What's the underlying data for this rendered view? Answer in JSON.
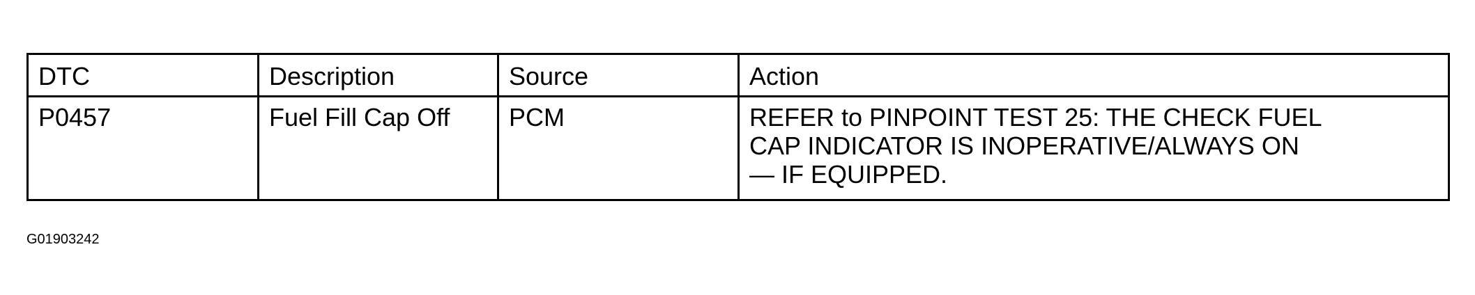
{
  "table": {
    "headers": {
      "dtc": "DTC",
      "description": "Description",
      "source": "Source",
      "action": "Action"
    },
    "rows": [
      {
        "dtc": "P0457",
        "description": "Fuel Fill Cap Off",
        "source": "PCM",
        "action_lines": [
          "REFER to PINPOINT TEST 25: THE CHECK FUEL",
          "CAP INDICATOR IS INOPERATIVE/ALWAYS ON",
          "— IF EQUIPPED."
        ]
      }
    ]
  },
  "figure_id": "G01903242"
}
